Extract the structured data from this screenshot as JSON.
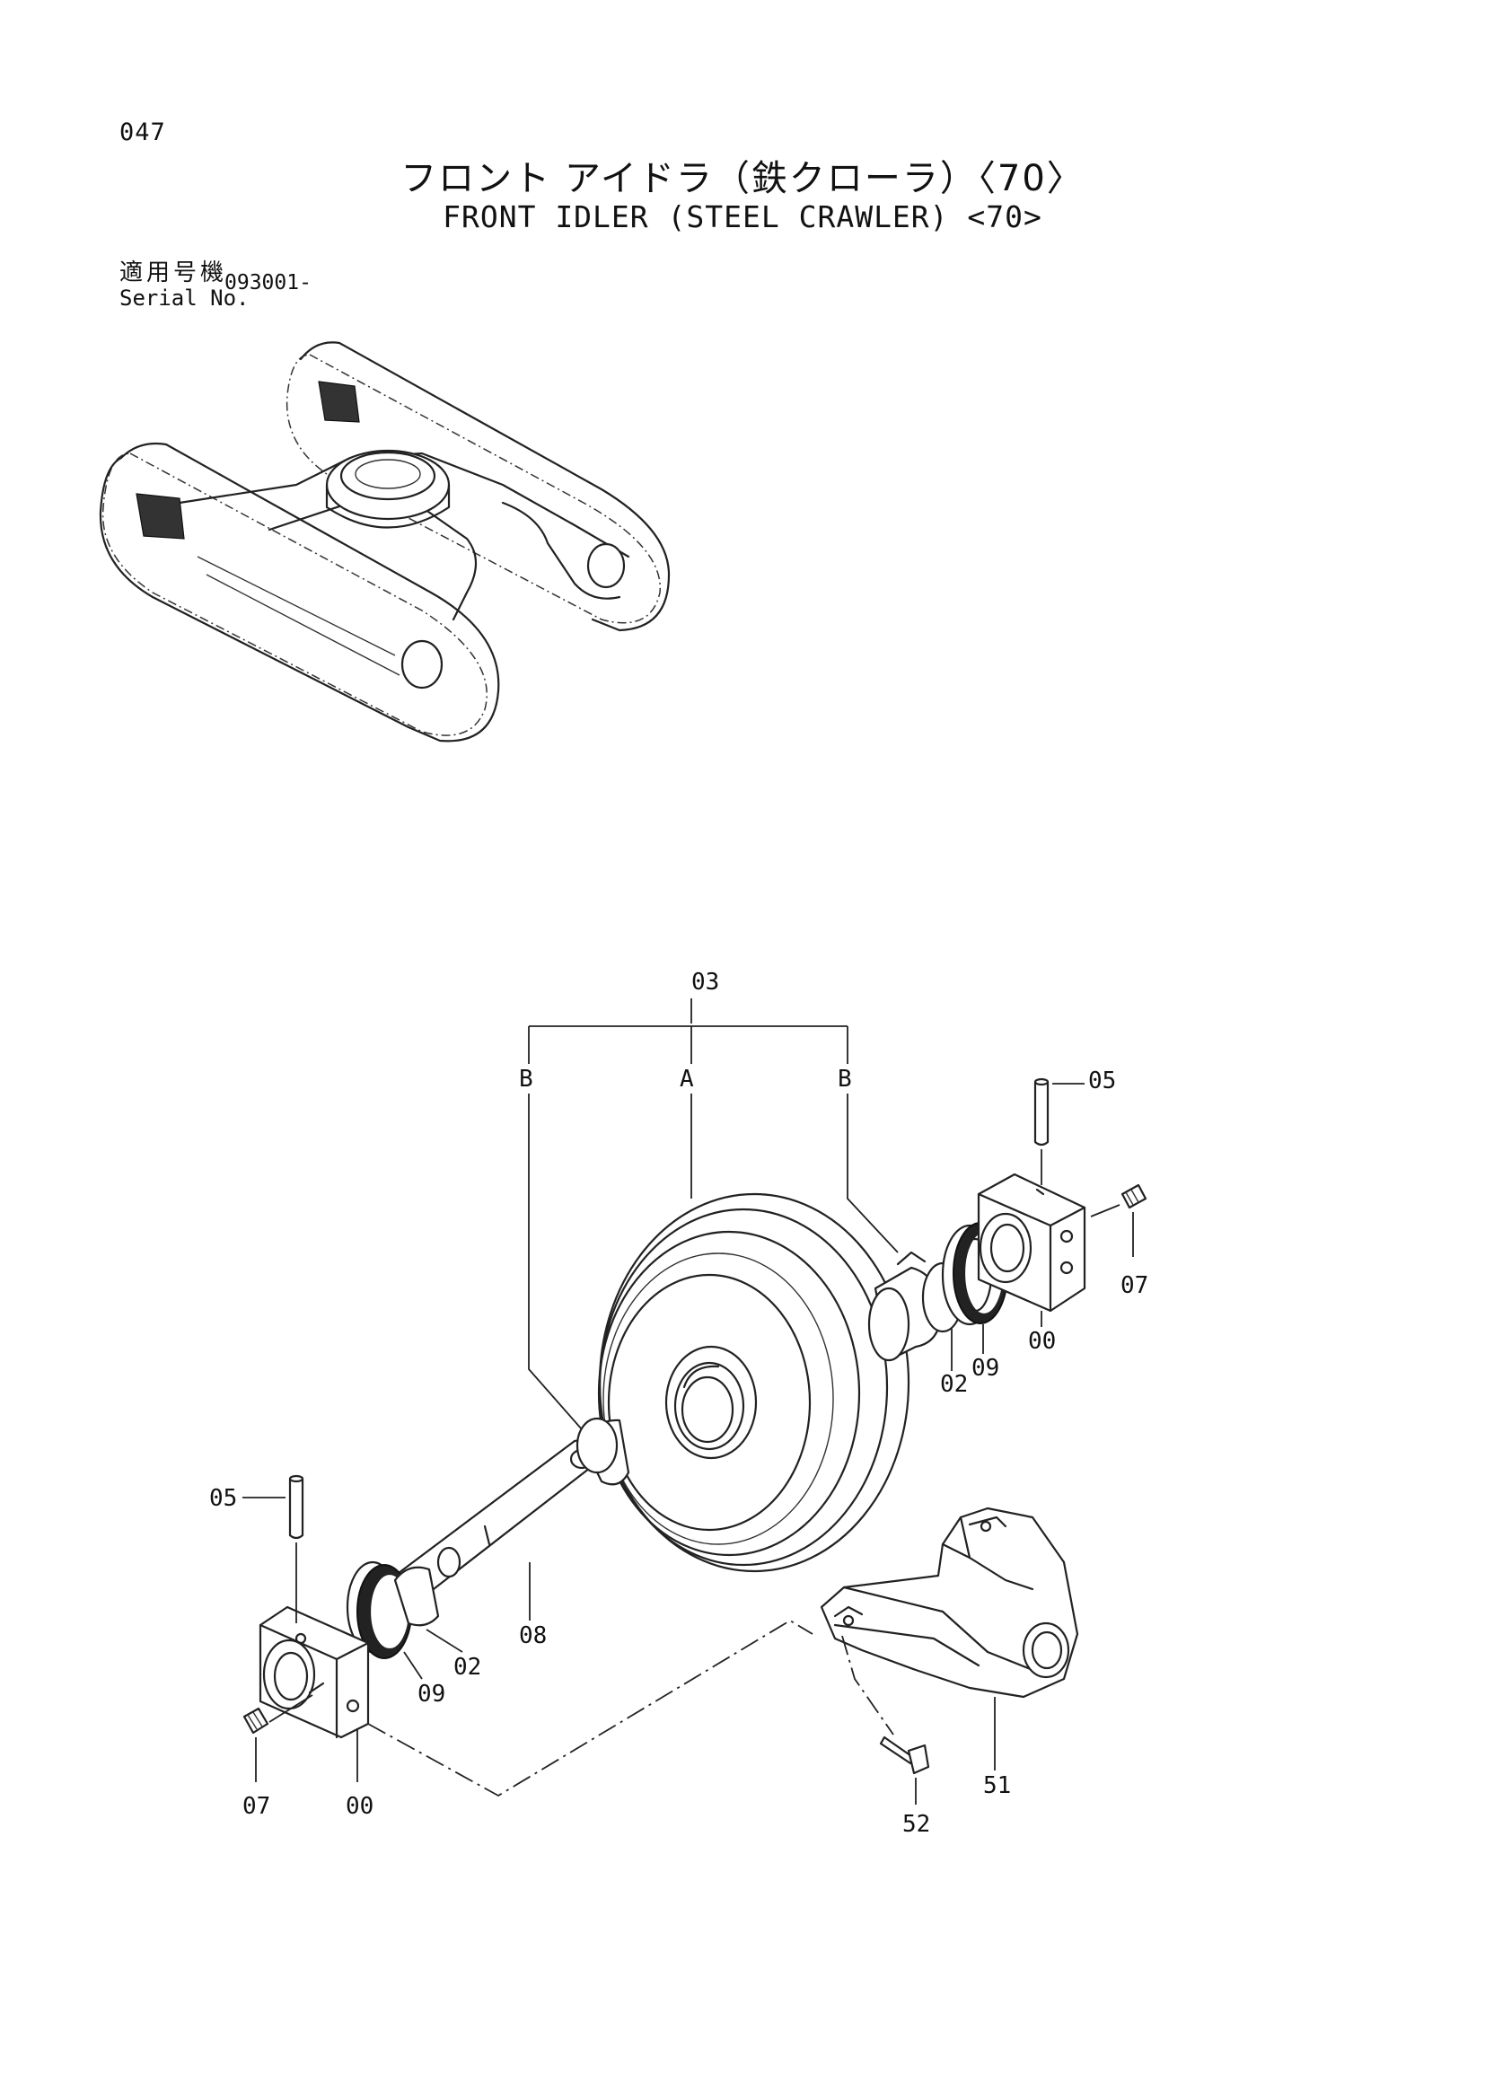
{
  "page_number": "047",
  "title": {
    "japanese": "フロント アイドラ（鉄クローラ）〈70〉",
    "english": "FRONT IDLER (STEEL CRAWLER) <70>"
  },
  "serial": {
    "label_japanese": "適用号機",
    "label_english": "Serial No.",
    "value": "093001-"
  },
  "callouts": {
    "assy": "03",
    "sub_a": "A",
    "sub_b_left": "B",
    "sub_b_right": "B",
    "pin_right": "05",
    "pin_left": "05",
    "plug_right": "07",
    "plug_left": "07",
    "bracket_right": "00",
    "bracket_left": "00",
    "bushing_right": "02",
    "bushing_left": "02",
    "seal_right": "09",
    "seal_left": "09",
    "shaft": "08",
    "yoke": "51",
    "bolt": "52"
  }
}
